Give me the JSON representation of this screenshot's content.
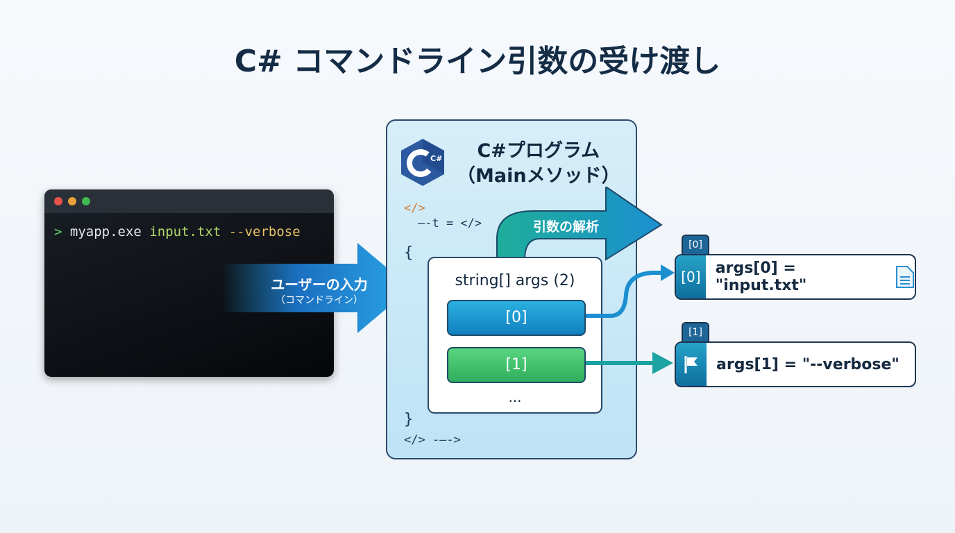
{
  "title": "C# コマンドライン引数の受け渡し",
  "terminal": {
    "command_prompt": ">",
    "command_exe": "myapp.exe",
    "command_arg0": "input.txt",
    "command_arg1": "--verbose"
  },
  "user_input": {
    "label": "ユーザーの入力",
    "sublabel": "（コマンドライン）"
  },
  "program": {
    "title": "C#プログラム",
    "subtitle": "（Mainメソッド）",
    "logo": "C#",
    "code_open": "</>",
    "code_line": "—-t = </>",
    "brace_open": "{",
    "brace_close": "}",
    "code_close": "</> -—->",
    "parse_label": "引数の解析",
    "args_label": "string[] args (2)",
    "slot0": "[0]",
    "slot1": "[1]",
    "more": "..."
  },
  "results": [
    {
      "tab": "[0]",
      "side": "[0]",
      "text": "args[0] = \"input.txt\"",
      "icon": "document-icon"
    },
    {
      "tab": "[1]",
      "text": "args[1] =  \"--verbose\"",
      "icon": "flag-icon"
    }
  ],
  "colors": {
    "blue": "#1b8fd0",
    "green": "#3fbf6f",
    "teal": "#1aa3a0"
  }
}
